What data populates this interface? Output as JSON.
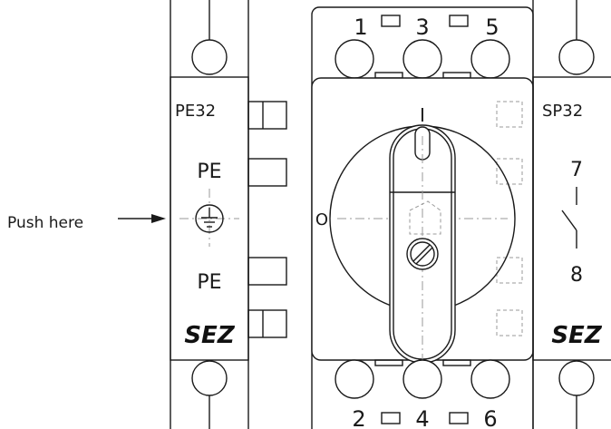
{
  "left_module": {
    "model": "PE32",
    "marking_top": "PE",
    "marking_bottom": "PE",
    "brand": "SEZ"
  },
  "push_label": "Push here",
  "main_switch": {
    "top_terminals": [
      "1",
      "3",
      "5"
    ],
    "bottom_terminals": [
      "2",
      "4",
      "6"
    ],
    "on_mark": "I",
    "off_mark": "O"
  },
  "right_module": {
    "model": "SP32",
    "terminal_top": "7",
    "terminal_bottom": "8",
    "brand": "SEZ"
  }
}
